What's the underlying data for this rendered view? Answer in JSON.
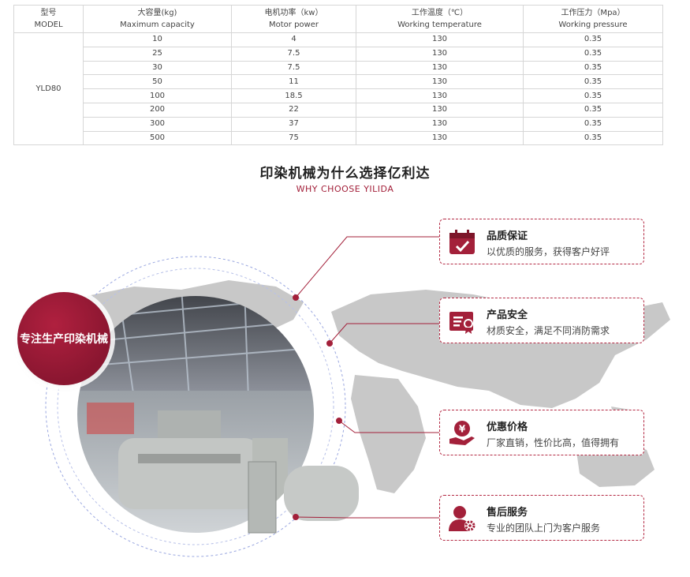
{
  "table": {
    "headers": [
      {
        "cn": "型号",
        "en": "MODEL"
      },
      {
        "cn": "大容量(kg)",
        "en": "Maximum capacity"
      },
      {
        "cn": "电机功率（kw）",
        "en": "Motor power"
      },
      {
        "cn": "工作温度（℃）",
        "en": "Working temperature"
      },
      {
        "cn": "工作压力（Mpa）",
        "en": "Working pressure"
      }
    ],
    "model": "YLD80",
    "rows": [
      [
        "10",
        "4",
        "130",
        "0.35"
      ],
      [
        "25",
        "7.5",
        "130",
        "0.35"
      ],
      [
        "30",
        "7.5",
        "130",
        "0.35"
      ],
      [
        "50",
        "11",
        "130",
        "0.35"
      ],
      [
        "100",
        "18.5",
        "130",
        "0.35"
      ],
      [
        "200",
        "22",
        "130",
        "0.35"
      ],
      [
        "300",
        "37",
        "130",
        "0.35"
      ],
      [
        "500",
        "75",
        "130",
        "0.35"
      ]
    ]
  },
  "section": {
    "title": "印染机械为什么选择亿利达",
    "subtitle": "WHY CHOOSE YILIDA"
  },
  "badge": "专注生产印染机械",
  "features": [
    {
      "title": "品质保证",
      "desc": "以优质的服务，获得客户好评",
      "icon": "calendar-check-icon"
    },
    {
      "title": "产品安全",
      "desc": "材质安全，满足不同消防需求",
      "icon": "certificate-icon"
    },
    {
      "title": "优惠价格",
      "desc": "厂家直销，性价比高，值得拥有",
      "icon": "yen-hand-icon"
    },
    {
      "title": "售后服务",
      "desc": "专业的团队上门为客户服务",
      "icon": "service-person-icon"
    }
  ],
  "colors": {
    "accent": "#a3203a",
    "badge": "#8a1630",
    "map": "#c8c8c8"
  }
}
